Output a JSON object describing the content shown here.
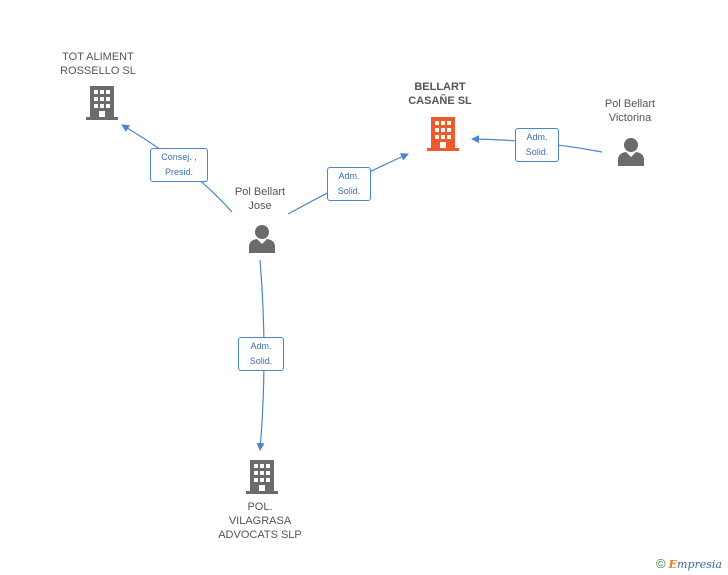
{
  "nodes": {
    "tot_aliment": {
      "lines": [
        "TOT ALIMENT",
        "ROSSELLO SL"
      ],
      "type": "company"
    },
    "bellart_casane": {
      "lines": [
        "BELLART",
        "CASAÑE SL"
      ],
      "type": "company",
      "focus": true
    },
    "victorina": {
      "lines": [
        "Pol Bellart",
        "Victorina"
      ],
      "type": "person"
    },
    "jose": {
      "lines": [
        "Pol Bellart",
        "Jose"
      ],
      "type": "person"
    },
    "vilagrasa": {
      "lines": [
        "POL.",
        "VILAGRASA",
        "ADVOCATS SLP"
      ],
      "type": "company"
    }
  },
  "edges": {
    "jose_to_tot": {
      "lines": [
        "Consej. ,",
        "Presid."
      ]
    },
    "jose_to_bellart": {
      "lines": [
        "Adm.",
        "Solid."
      ]
    },
    "victorina_to_bellart": {
      "lines": [
        "Adm.",
        "Solid."
      ]
    },
    "jose_to_vilagrasa": {
      "lines": [
        "Adm.",
        "Solid."
      ]
    }
  },
  "colors": {
    "company": "#6b6b6b",
    "focus_company": "#f0592a",
    "person": "#6b6b6b",
    "edge": "#4a86c8"
  },
  "footer": {
    "copyright": "©",
    "brand_initial": "E",
    "brand_rest": "mpresia"
  }
}
